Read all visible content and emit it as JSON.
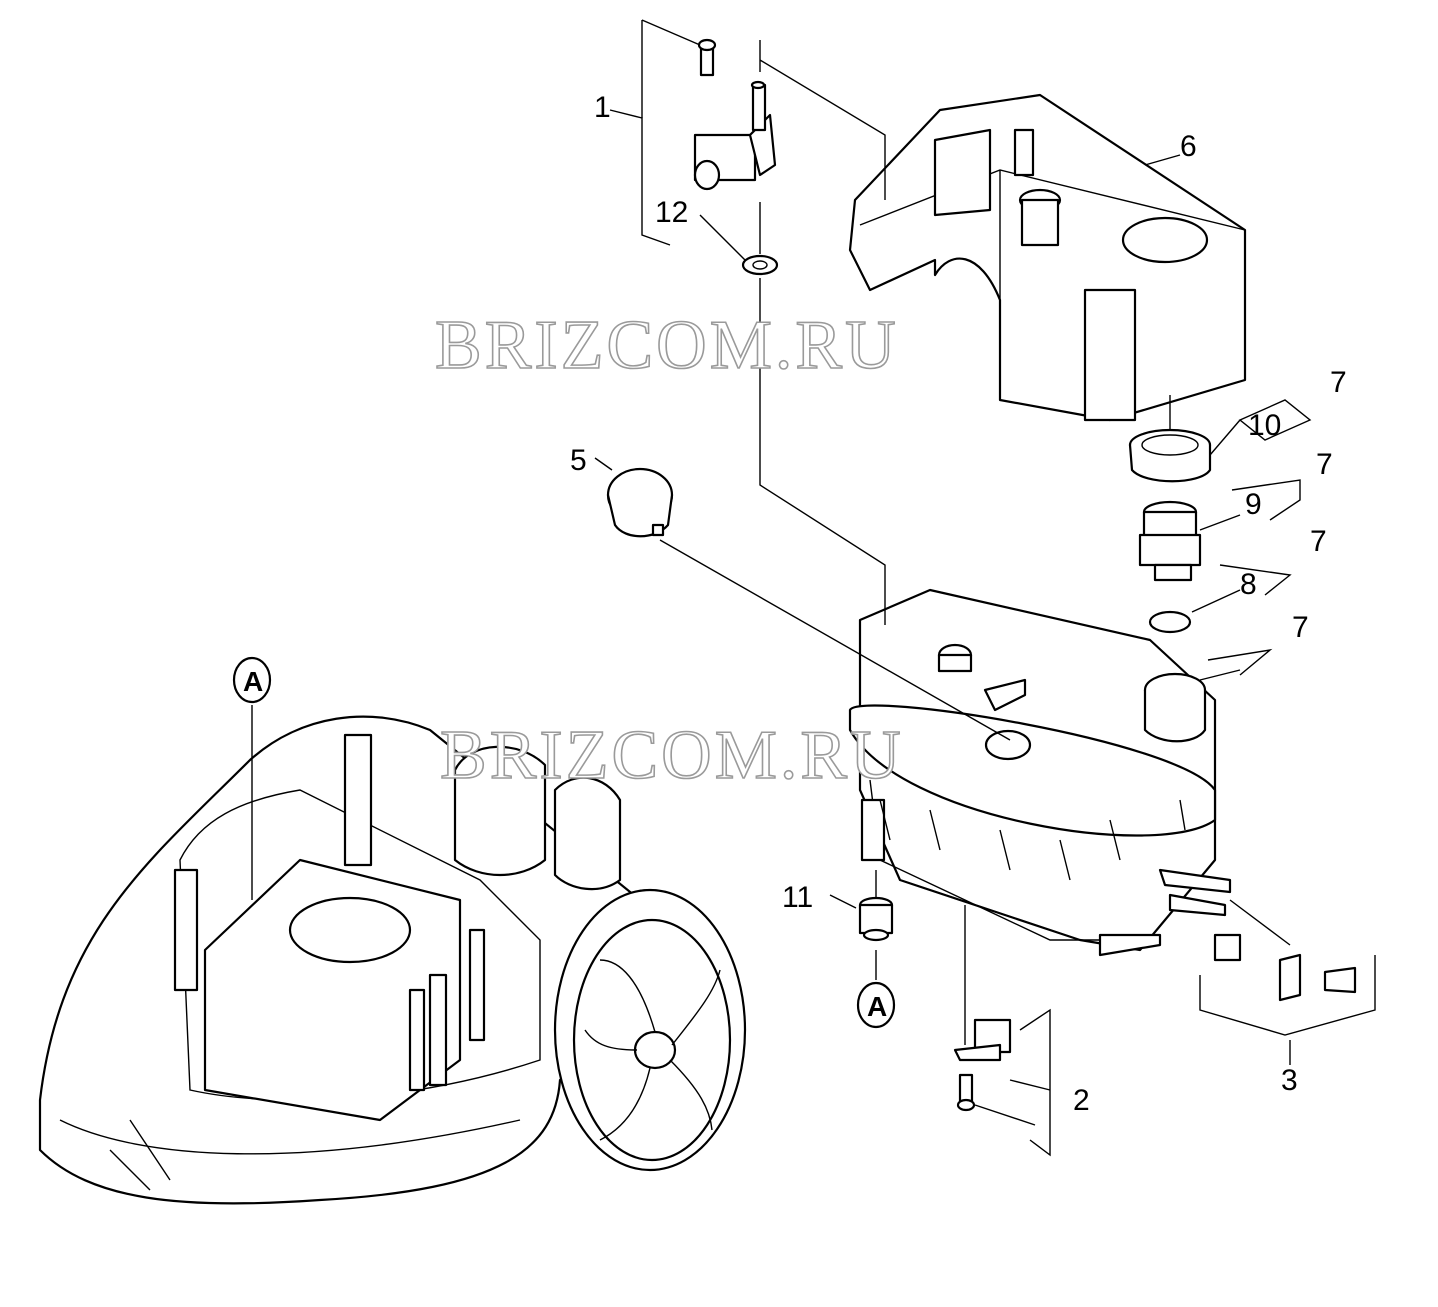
{
  "watermark": "BRIZCOM.RU",
  "reference_marker": "A",
  "labels": {
    "p1": "1",
    "p2": "2",
    "p3": "3",
    "p5": "5",
    "p6": "6",
    "p7a": "7",
    "p7b": "7",
    "p7c": "7",
    "p7d": "7",
    "p8": "8",
    "p9": "9",
    "p10": "10",
    "p11": "11",
    "p12": "12"
  },
  "colors": {
    "line": "#000000",
    "background": "#ffffff",
    "watermark_outline": "#9a9a9a"
  }
}
